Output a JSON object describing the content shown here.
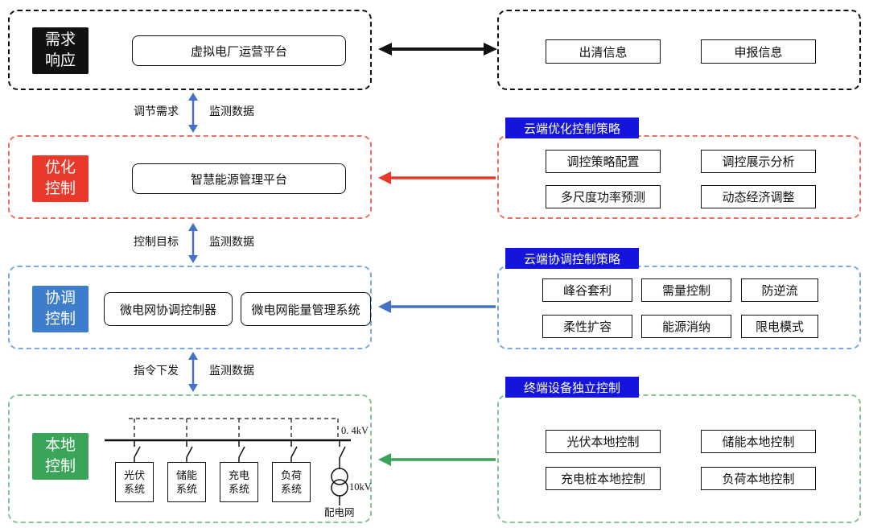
{
  "colors": {
    "ink": "#111111",
    "red": "#e8392b",
    "red_border": "#ee6e62",
    "blue": "#3e7dcc",
    "blue_border": "#79a9e0",
    "arrow_blue": "#4472c4",
    "green": "#3aa558",
    "green_border": "#85c495",
    "header_blue": "#1414dd"
  },
  "demand": {
    "label_line1": "需求",
    "label_line2": "响应",
    "platform": "虚拟电厂运营平台"
  },
  "market": {
    "clearing": "出清信息",
    "declaration": "申报信息"
  },
  "links": {
    "l1_up": "调节需求",
    "l1_down": "监测数据",
    "l2_up": "控制目标",
    "l2_down": "监测数据",
    "l3_up": "指令下发",
    "l3_down": "监测数据"
  },
  "optimization": {
    "label_line1": "优化",
    "label_line2": "控制",
    "platform": "智慧能源管理平台",
    "strategy_title": "云端优化控制策略",
    "items": [
      "调控策略配置",
      "调控展示分析",
      "多尺度功率预测",
      "动态经济调整"
    ]
  },
  "coordination": {
    "label_line1": "协调",
    "label_line2": "控制",
    "controller": "微电网协调控制器",
    "ems": "微电网能量管理系统",
    "strategy_title": "云端协调控制策略",
    "items": [
      "峰谷套利",
      "需量控制",
      "防逆流",
      "柔性扩容",
      "能源消纳",
      "限电模式"
    ]
  },
  "local": {
    "label_line1": "本地",
    "label_line2": "控制",
    "strategy_title": "终端设备独立控制",
    "items": [
      "光伏本地控制",
      "储能本地控制",
      "充电桩本地控制",
      "负荷本地控制"
    ],
    "bus_voltage": "0. 4kV",
    "grid_voltage": "10kV",
    "grid_label": "配电网",
    "systems": [
      {
        "line1": "光伏",
        "line2": "系统"
      },
      {
        "line1": "储能",
        "line2": "系统"
      },
      {
        "line1": "充电",
        "line2": "系统"
      },
      {
        "line1": "负荷",
        "line2": "系统"
      }
    ]
  }
}
